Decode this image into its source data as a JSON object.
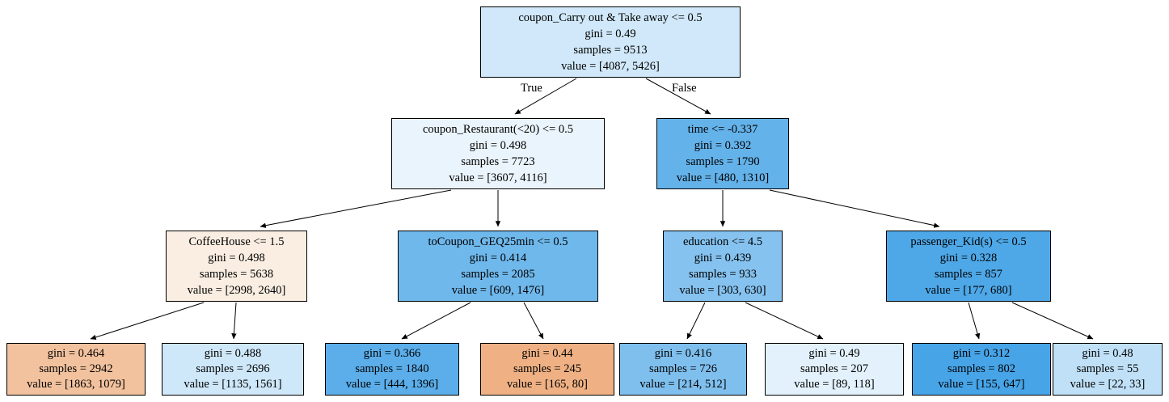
{
  "diagram": {
    "type": "decision-tree",
    "edge_labels": {
      "true_label": "True",
      "false_label": "False"
    },
    "nodes": {
      "root": {
        "condition": "coupon_Carry out & Take away <= 0.5",
        "gini": "gini = 0.49",
        "samples": "samples = 9513",
        "value": "value = [4087, 5426]",
        "color": "#d0e8f9"
      },
      "restaurant": {
        "condition": "coupon_Restaurant(<20) <= 0.5",
        "gini": "gini = 0.498",
        "samples": "samples = 7723",
        "value": "value = [3607, 4116]",
        "color": "#eaf4fc"
      },
      "time": {
        "condition": "time <= -0.337",
        "gini": "gini = 0.392",
        "samples": "samples = 1790",
        "value": "value = [480, 1310]",
        "color": "#64b2ea"
      },
      "coffeehouse": {
        "condition": "CoffeeHouse <= 1.5",
        "gini": "gini = 0.498",
        "samples": "samples = 5638",
        "value": "value = [2998, 2640]",
        "color": "#faeee2"
      },
      "tocoupon": {
        "condition": "toCoupon_GEQ25min <= 0.5",
        "gini": "gini = 0.414",
        "samples": "samples = 2085",
        "value": "value = [609, 1476]",
        "color": "#6fb8ec"
      },
      "education": {
        "condition": "education <= 4.5",
        "gini": "gini = 0.439",
        "samples": "samples = 933",
        "value": "value = [303, 630]",
        "color": "#85c2ef"
      },
      "passenger_kids": {
        "condition": "passenger_Kid(s) <= 0.5",
        "gini": "gini = 0.328",
        "samples": "samples = 857",
        "value": "value = [177, 680]",
        "color": "#4ea8e8"
      },
      "leaf1": {
        "gini": "gini = 0.464",
        "samples": "samples = 2942",
        "value": "value = [1863, 1079]",
        "color": "#f2c29e"
      },
      "leaf2": {
        "gini": "gini = 0.488",
        "samples": "samples = 2696",
        "value": "value = [1135, 1561]",
        "color": "#cee7f9"
      },
      "leaf3": {
        "gini": "gini = 0.366",
        "samples": "samples = 1840",
        "value": "value = [444, 1396]",
        "color": "#5baeea"
      },
      "leaf4": {
        "gini": "gini = 0.44",
        "samples": "samples = 245",
        "value": "value = [165, 80]",
        "color": "#efb184"
      },
      "leaf5": {
        "gini": "gini = 0.416",
        "samples": "samples = 726",
        "value": "value = [214, 512]",
        "color": "#7fbfee"
      },
      "leaf6": {
        "gini": "gini = 0.49",
        "samples": "samples = 207",
        "value": "value = [89, 118]",
        "color": "#e2f1fb"
      },
      "leaf7": {
        "gini": "gini = 0.312",
        "samples": "samples = 802",
        "value": "value = [155, 647]",
        "color": "#47a4e7"
      },
      "leaf8": {
        "gini": "gini = 0.48",
        "samples": "samples = 55",
        "value": "value = [22, 33]",
        "color": "#bfe0f7"
      }
    }
  }
}
